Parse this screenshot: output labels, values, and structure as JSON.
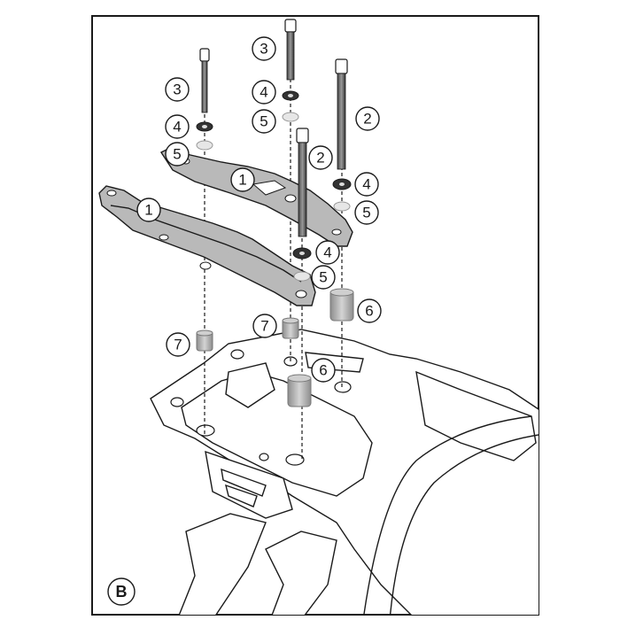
{
  "panel": {
    "label": "B"
  },
  "callouts": [
    {
      "id": "c3a",
      "text": "3"
    },
    {
      "id": "c4a",
      "text": "4"
    },
    {
      "id": "c5a",
      "text": "5"
    },
    {
      "id": "c1a",
      "text": "1"
    },
    {
      "id": "c1b",
      "text": "1"
    },
    {
      "id": "c3b",
      "text": "3"
    },
    {
      "id": "c4b",
      "text": "4"
    },
    {
      "id": "c5b",
      "text": "5"
    },
    {
      "id": "c2a",
      "text": "2"
    },
    {
      "id": "c2b",
      "text": "2"
    },
    {
      "id": "c4c",
      "text": "4"
    },
    {
      "id": "c5c",
      "text": "5"
    },
    {
      "id": "c4d",
      "text": "4"
    },
    {
      "id": "c5d",
      "text": "5"
    },
    {
      "id": "c6a",
      "text": "6"
    },
    {
      "id": "c7a",
      "text": "7"
    },
    {
      "id": "c7b",
      "text": "7"
    },
    {
      "id": "c6b",
      "text": "6"
    }
  ],
  "colors": {
    "line": "#1a1a1a",
    "part_fill": "#b9b9b9",
    "background": "#ffffff"
  }
}
